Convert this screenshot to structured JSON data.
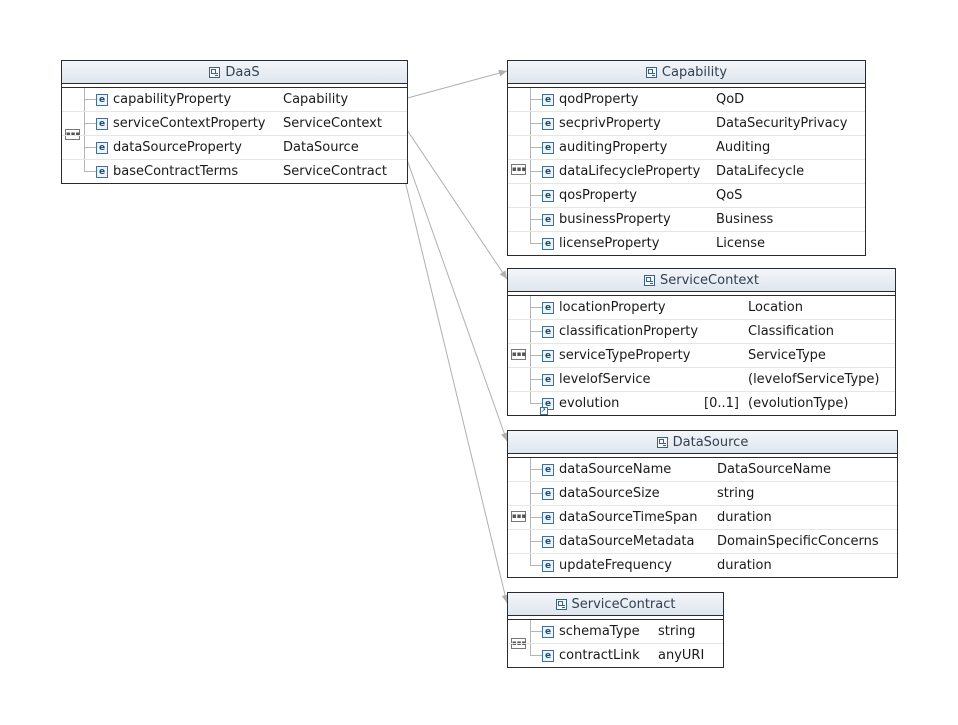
{
  "boxes": [
    {
      "id": "daas",
      "title": "DaaS",
      "fields": [
        {
          "name": "capabilityProperty",
          "type": "Capability",
          "card": ""
        },
        {
          "name": "serviceContextProperty",
          "type": "ServiceContext",
          "card": ""
        },
        {
          "name": "dataSourceProperty",
          "type": "DataSource",
          "card": ""
        },
        {
          "name": "baseContractTerms",
          "type": "ServiceContract",
          "card": ""
        }
      ]
    },
    {
      "id": "capability",
      "title": "Capability",
      "fields": [
        {
          "name": "qodProperty",
          "type": "QoD",
          "card": ""
        },
        {
          "name": "secprivProperty",
          "type": "DataSecurityPrivacy",
          "card": ""
        },
        {
          "name": "auditingProperty",
          "type": "Auditing",
          "card": ""
        },
        {
          "name": "dataLifecycleProperty",
          "type": "DataLifecycle",
          "card": ""
        },
        {
          "name": "qosProperty",
          "type": "QoS",
          "card": ""
        },
        {
          "name": "businessProperty",
          "type": "Business",
          "card": ""
        },
        {
          "name": "licenseProperty",
          "type": "License",
          "card": ""
        }
      ]
    },
    {
      "id": "servicecontext",
      "title": "ServiceContext",
      "fields": [
        {
          "name": "locationProperty",
          "type": "Location",
          "card": ""
        },
        {
          "name": "classificationProperty",
          "type": "Classification",
          "card": ""
        },
        {
          "name": "serviceTypeProperty",
          "type": "ServiceType",
          "card": ""
        },
        {
          "name": "levelofService",
          "type": "(levelofServiceType)",
          "card": ""
        },
        {
          "name": "evolution",
          "type": "(evolutionType)",
          "card": "[0..1]"
        }
      ]
    },
    {
      "id": "datasource",
      "title": "DataSource",
      "fields": [
        {
          "name": "dataSourceName",
          "type": "DataSourceName",
          "card": ""
        },
        {
          "name": "dataSourceSize",
          "type": "string",
          "card": ""
        },
        {
          "name": "dataSourceTimeSpan",
          "type": "duration",
          "card": ""
        },
        {
          "name": "dataSourceMetadata",
          "type": "DomainSpecificConcerns",
          "card": ""
        },
        {
          "name": "updateFrequency",
          "type": "duration",
          "card": ""
        }
      ]
    },
    {
      "id": "servicecontract",
      "title": "ServiceContract",
      "fields": [
        {
          "name": "schemaType",
          "type": "string",
          "card": ""
        },
        {
          "name": "contractLink",
          "type": "anyURI",
          "card": ""
        }
      ]
    }
  ],
  "connections": [
    {
      "from": "daas",
      "row": 0,
      "to": "capability"
    },
    {
      "from": "daas",
      "row": 1,
      "to": "servicecontext"
    },
    {
      "from": "daas",
      "row": 2,
      "to": "datasource"
    },
    {
      "from": "daas",
      "row": 3,
      "to": "servicecontract"
    }
  ],
  "icons": {
    "element": "element-icon",
    "sequence": "sequence-icon",
    "complex_type": "complex-type-icon"
  },
  "colors": {
    "border": "#2b2b2b",
    "header_bg": "#dfe6ee",
    "connector": "#b0b0b0",
    "element_icon": "#3b6fa6"
  }
}
